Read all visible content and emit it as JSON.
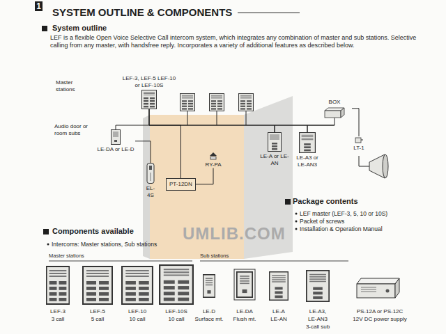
{
  "diagram": {
    "title": "SYSTEM OUTLINE & COMPONENTS",
    "nodes": [
      {
        "text": [
          "LEF-3, LEF-5 LEF-10 or LEF-10S"
        ]
      },
      {
        "text": [
          "LE-DA or LE-D"
        ]
      },
      {
        "text": [
          "EL-4S"
        ]
      },
      {
        "text": [
          "PT-12DN"
        ]
      },
      {
        "text": [
          "RY-PA"
        ]
      },
      {
        "text": [
          "LE-A or LE-AN"
        ]
      },
      {
        "text": [
          "LE-A3 or LE-AN3"
        ]
      },
      {
        "text": [
          "BOX"
        ]
      },
      {
        "text": [
          "LT-1"
        ]
      }
    ],
    "edges": [
      {
        "from": 0,
        "to": 1,
        "arrow": "none"
      },
      {
        "from": 0,
        "to": 3,
        "arrow": "none"
      },
      {
        "from": 0,
        "to": 5,
        "arrow": "none"
      },
      {
        "from": 1,
        "to": 2,
        "arrow": "none"
      },
      {
        "from": 3,
        "to": 4,
        "arrow": "none"
      },
      {
        "from": 5,
        "to": 6,
        "arrow": "none"
      },
      {
        "from": 6,
        "to": 7,
        "arrow": "none"
      },
      {
        "from": 7,
        "to": 8,
        "arrow": "none"
      }
    ],
    "labels": [
      "1",
      "System outline",
      "LEF is a flexible Open Voice Selective Call intercom system, which integrates any combination of master and sub stations. Selective calling from any master, with handsfree reply. Incorporates a variety of additional features as described below.",
      "Master stations",
      "Audio door or room subs",
      "Package contents",
      "LEF master (LEF-3, 5, 10 or 10S)",
      "Packet of screws",
      "Installation & Operation Manual",
      "UMLIB.COM",
      "Components available",
      "Intercoms: Master stations, Sub stations",
      "Master stations",
      "Sub stations",
      "LEF-3",
      "3 call",
      "LEF-5",
      "5 call",
      "LEF-10",
      "10 call",
      "LEF-10S",
      "10 call",
      "LE-D",
      "Surface mt.",
      "LE-DA",
      "Flush mt.",
      "LE-A",
      "LE-AN",
      "LE-A3,",
      "LE-AN3",
      "3-call sub",
      "PS-12A or PS-12C",
      "12V DC power supply"
    ]
  }
}
